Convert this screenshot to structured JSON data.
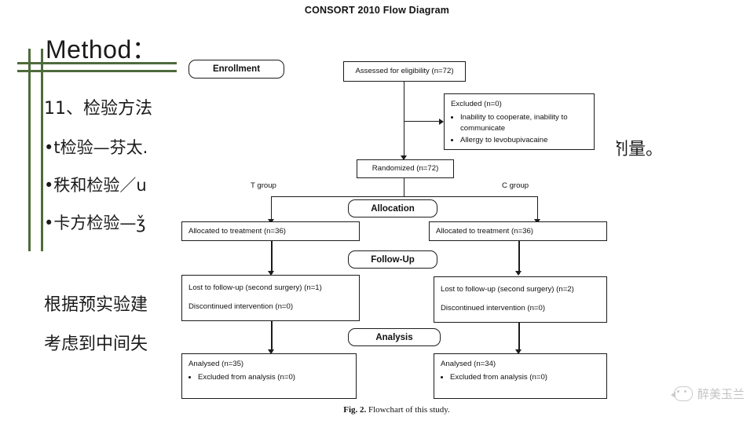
{
  "slide": {
    "heading": "Method：",
    "items": [
      "11、检验方法",
      "•t检验—芬太.",
      "•秩和检验／u",
      "•卡方检验—ǯ",
      "根据预实验建",
      "考虑到中间失"
    ],
    "right_fragment": "剂量。"
  },
  "figure": {
    "title": "CONSORT 2010 Flow Diagram",
    "caption_label": "Fig. 2.",
    "caption_text": "Flowchart of this study.",
    "stages": {
      "enrollment": "Enrollment",
      "allocation": "Allocation",
      "followup": "Follow-Up",
      "analysis": "Analysis"
    },
    "group_labels": {
      "left": "T group",
      "right": "C group"
    },
    "nodes": {
      "assessed": "Assessed for eligibility (n=72)",
      "excluded_head": "Excluded  (n=0)",
      "excluded_items": [
        "Inability to cooperate, inability to communicate",
        "Allergy to levobupivacaine"
      ],
      "randomized": "Randomized (n=72)",
      "alloc_left": "Allocated to treatment (n=36)",
      "alloc_right": "Allocated to treatment (n=36)",
      "lost_left_1": "Lost to follow-up (second surgery) (n=1)",
      "lost_left_2": "Discontinued intervention (n=0)",
      "lost_right_1": "Lost to follow-up (second surgery) (n=2)",
      "lost_right_2": "Discontinued intervention  (n=0)",
      "analysed_left_head": "Analysed  (n=35)",
      "analysed_left_item": "Excluded from analysis  (n=0)",
      "analysed_right_head": "Analysed  (n=34)",
      "analysed_right_item": "Excluded from analysis  (n=0)"
    }
  },
  "watermark": {
    "text": "醉美玉兰"
  },
  "colors": {
    "accent_green": "#4e6b3c",
    "ink": "#1c1c1c"
  }
}
